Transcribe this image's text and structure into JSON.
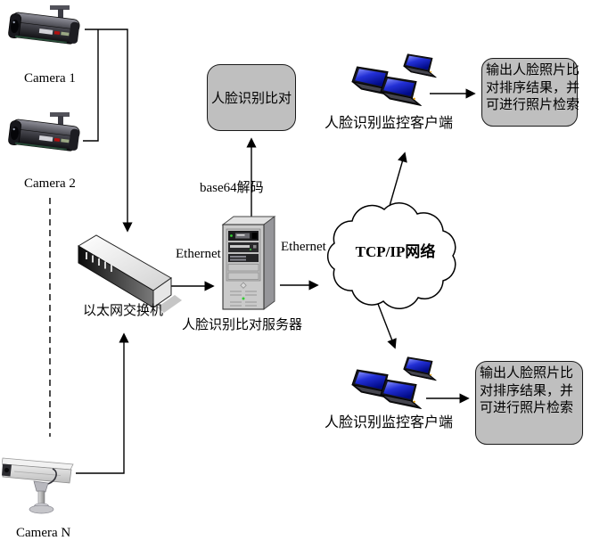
{
  "cameras": [
    "Camera 1",
    "Camera 2",
    "Camera N"
  ],
  "switch": {
    "label": "以太网交换机"
  },
  "server": {
    "label": "人脸识别比对服务器"
  },
  "face_compare": {
    "label": "人脸识别比对"
  },
  "base64": {
    "label": "base64解码"
  },
  "links": {
    "ethernet_left": "Ethernet",
    "ethernet_right": "Ethernet"
  },
  "cloud": {
    "label": "TCP/IP网络"
  },
  "clients": {
    "top": "人脸识别监控客户端",
    "bottom": "人脸识别监控客户端"
  },
  "results": {
    "top": "输出人脸照片比对排序结果，并可进行照片检索",
    "bottom": "输出人脸照片比对排序结果，并可进行照片检索"
  },
  "colors": {
    "box_fill": "#bfbfbf",
    "laptop_screen_blue": "#1520c8",
    "line": "#000000",
    "cloud_fill": "#ffffff"
  }
}
